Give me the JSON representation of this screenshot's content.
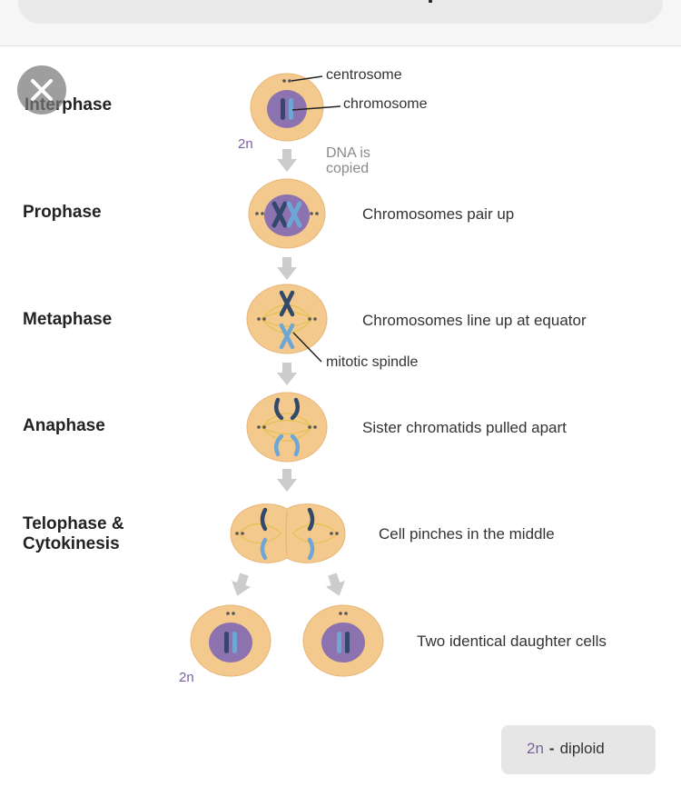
{
  "stages": {
    "interphase": "Interphase",
    "prophase": "Prophase",
    "metaphase": "Metaphase",
    "anaphase": "Anaphase",
    "telophase_line1": "Telophase &",
    "telophase_line2": "Cytokinesis"
  },
  "labels": {
    "centrosome": "centrosome",
    "chromosome": "chromosome",
    "dna_line1": "DNA is",
    "dna_line2": "copied",
    "mitotic_spindle": "mitotic spindle",
    "ploidy_top": "2n",
    "ploidy_bottom": "2n"
  },
  "descriptions": {
    "prophase": "Chromosomes pair up",
    "metaphase": "Chromosomes line up at equator",
    "anaphase": "Sister chromatids pulled apart",
    "telophase": "Cell pinches in the middle",
    "daughters": "Two identical daughter cells"
  },
  "legend": {
    "key": "2n",
    "separator": "-",
    "value": "diploid"
  },
  "colors": {
    "cell_fill": "#f4c98e",
    "nucleus_fill": "#8d72b0",
    "chromosome_dark": "#33496b",
    "chromosome_light": "#6ea6d6",
    "arrow": "#cccccc",
    "ploidy_text": "#7a5fa0"
  }
}
